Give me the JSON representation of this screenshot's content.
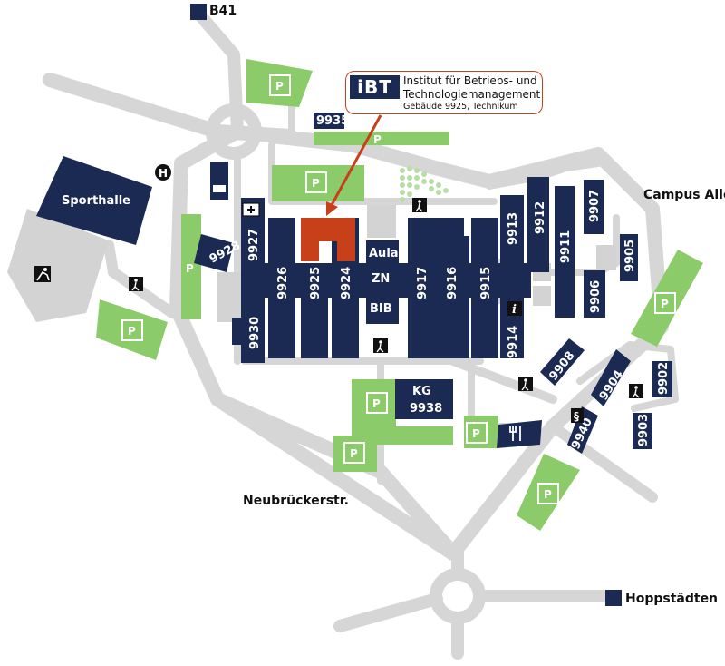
{
  "callout": {
    "logo": "iBT",
    "line1": "Institut für Betriebs- und",
    "line2": "Technologiemanagement",
    "line3": "Gebäude 9925, Technikum"
  },
  "exits": {
    "north": "B41",
    "south": "Hoppstädten"
  },
  "streets": {
    "campus_allee": "Campus Allee",
    "neubruecker": "Neubrückerstr."
  },
  "facilities": {
    "sporthalle": "Sporthalle",
    "bus_stop": "H",
    "aula": "Aula",
    "zn": "ZN",
    "bib": "BIB",
    "kg": "KG",
    "kg_number": "9938",
    "info": "i",
    "legal": "§"
  },
  "buildings": {
    "b9935": "9935",
    "b9928": "9928",
    "b9927": "9927",
    "b9926": "9926",
    "b9925": "9925",
    "b9924": "9924",
    "b9930": "9930",
    "b9917": "9917",
    "b9916": "9916",
    "b9915": "9915",
    "b9913": "9913",
    "b9912": "9912",
    "b9911": "9911",
    "b9907": "9907",
    "b9905": "9905",
    "b9906": "9906",
    "b9914": "9914",
    "b9908": "9908",
    "b9904": "9904",
    "b9902": "9902",
    "b9940": "9940",
    "b9903": "9903"
  },
  "parking_label": "P",
  "colors": {
    "building": "#1b2a52",
    "parking": "#8ccb6a",
    "road": "#d6d6d6",
    "highlight": "#c8401a"
  }
}
